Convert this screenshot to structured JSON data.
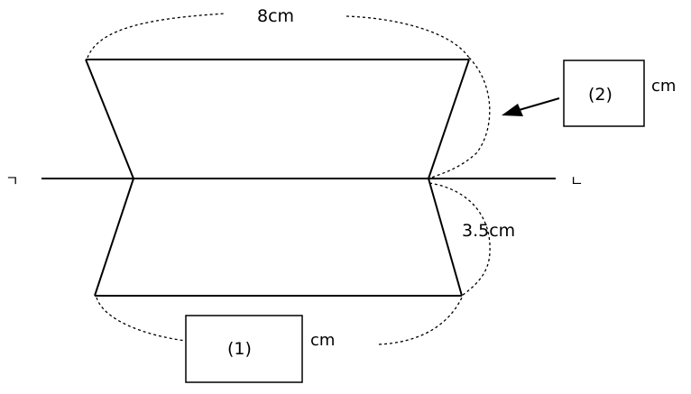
{
  "labels": {
    "top_length": "8cm",
    "side_length": "3.5cm",
    "box1": "(1)",
    "box2": "(2)",
    "unit1": "cm",
    "unit2": "cm",
    "line_left_mark": "ㄱ",
    "line_right_mark": "ㄴ"
  }
}
